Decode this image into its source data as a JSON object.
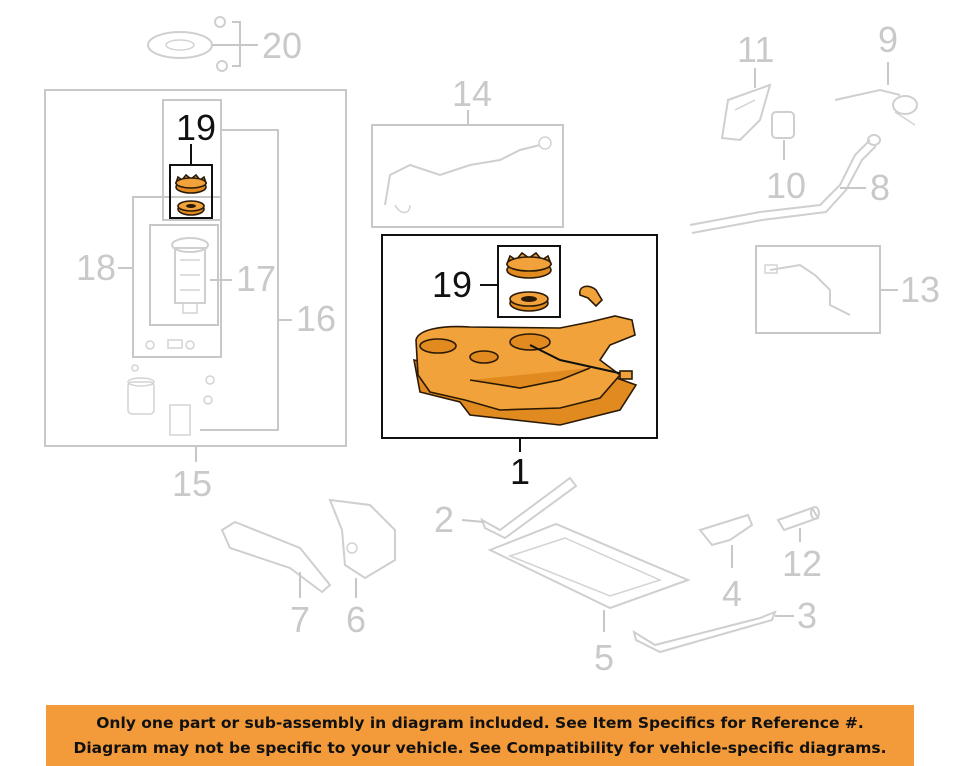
{
  "callouts": {
    "c1": "1",
    "c2": "2",
    "c3": "3",
    "c4": "4",
    "c5": "5",
    "c6": "6",
    "c7": "7",
    "c8": "8",
    "c9": "9",
    "c10": "10",
    "c11": "11",
    "c12": "12",
    "c13": "13",
    "c14": "14",
    "c15": "15",
    "c16": "16",
    "c17": "17",
    "c18": "18",
    "c19_left": "19",
    "c19_main": "19",
    "c20": "20"
  },
  "highlight_color": "#f2a23a",
  "disclaimer": {
    "line1": "Only one part or sub-assembly in diagram included. See Item Specifics for Reference #.",
    "line2": "Diagram may not be specific to your vehicle. See Compatibility for vehicle-specific diagrams.",
    "background": "#f39a3a"
  }
}
